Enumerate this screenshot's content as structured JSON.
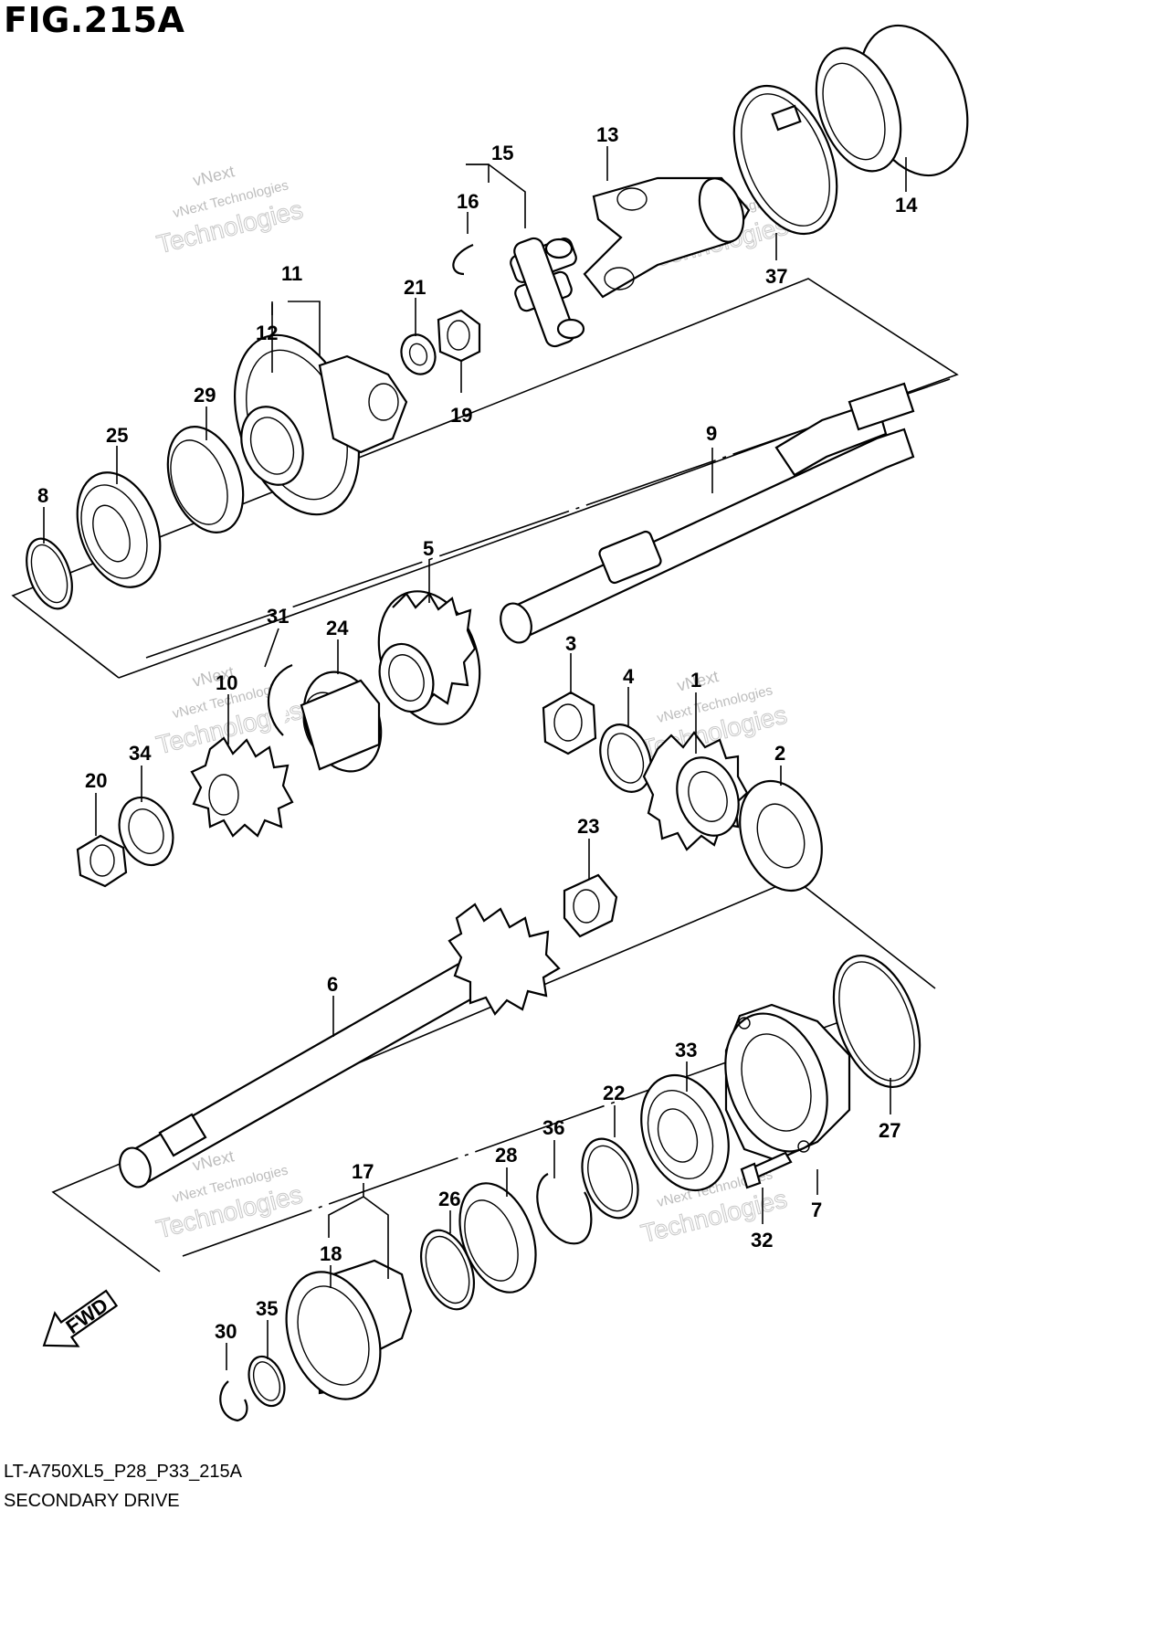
{
  "figure": {
    "title": "FIG.215A",
    "code": "LT-A750XL5_P28_P33_215A",
    "name": "SECONDARY DRIVE",
    "fwd_label": "FWD"
  },
  "watermark": {
    "line1": "vNext",
    "line2": "vNext Technologies",
    "line3": "Technologies"
  },
  "callouts": [
    "1",
    "2",
    "3",
    "4",
    "5",
    "6",
    "7",
    "8",
    "9",
    "10",
    "11",
    "12",
    "13",
    "14",
    "15",
    "16",
    "17",
    "18",
    "19",
    "20",
    "21",
    "22",
    "23",
    "24",
    "25",
    "26",
    "27",
    "28",
    "29",
    "30",
    "31",
    "32",
    "33",
    "34",
    "35",
    "36",
    "37"
  ]
}
